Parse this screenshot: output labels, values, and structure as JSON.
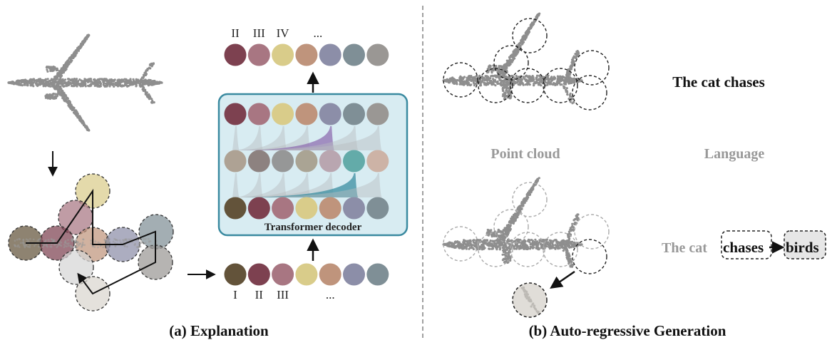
{
  "panel_a": {
    "caption": "(a) Explanation",
    "output_labels": [
      "II",
      "III",
      "IV",
      "...",
      "",
      "",
      ""
    ],
    "input_labels": [
      "I",
      "II",
      "III",
      "",
      "...",
      "",
      ""
    ],
    "decoder_label": "Transformer decoder",
    "output_tokens": [
      "#7d4150",
      "#a87682",
      "#d9cc8a",
      "#bf947c",
      "#8c8ea8",
      "#7f8f96",
      "#9a9794"
    ],
    "decoder_top_tokens": [
      "#7d4150",
      "#a87682",
      "#d9cc8a",
      "#bf947c",
      "#8c8ea8",
      "#7f8f96",
      "#9a9794"
    ],
    "decoder_mid_tokens": [
      "#aea294",
      "#8d8280",
      "#969797",
      "#aaa494",
      "#b9a6b0",
      "#63aba9",
      "#cdb3a6"
    ],
    "decoder_bottom_tokens": [
      "#63533a",
      "#7d4150",
      "#a87682",
      "#d9cc8a",
      "#bf947c",
      "#8c8ea8",
      "#7f8f96"
    ],
    "input_tokens": [
      "#63533a",
      "#7d4150",
      "#a87682",
      "#d9cc8a",
      "#bf947c",
      "#8c8ea8",
      "#7f8f96"
    ],
    "attention_highlight_upper": "#8f6fb0",
    "attention_highlight_lower": "#3b8ea0",
    "decoder_border": "#3a8aa0",
    "decoder_fill": "#d8ecf2",
    "patch_colors": [
      "#63533a",
      "#7d4150",
      "#a87682",
      "#d9cc8a",
      "#bf947c",
      "#8c8ea8",
      "#7f8f96",
      "#9a9794",
      "#d6d6d6",
      "#dad6cf"
    ]
  },
  "panel_b": {
    "caption": "(b) Auto-regressive Generation",
    "point_cloud_label": "Point cloud",
    "language_label": "Language",
    "sentence_top": "The cat chases",
    "sentence_prefix": "The cat",
    "current_word": "chases",
    "next_word": "birds"
  },
  "colors": {
    "point_cloud": "#8e8e8e",
    "divider": "#a0a0a0"
  }
}
